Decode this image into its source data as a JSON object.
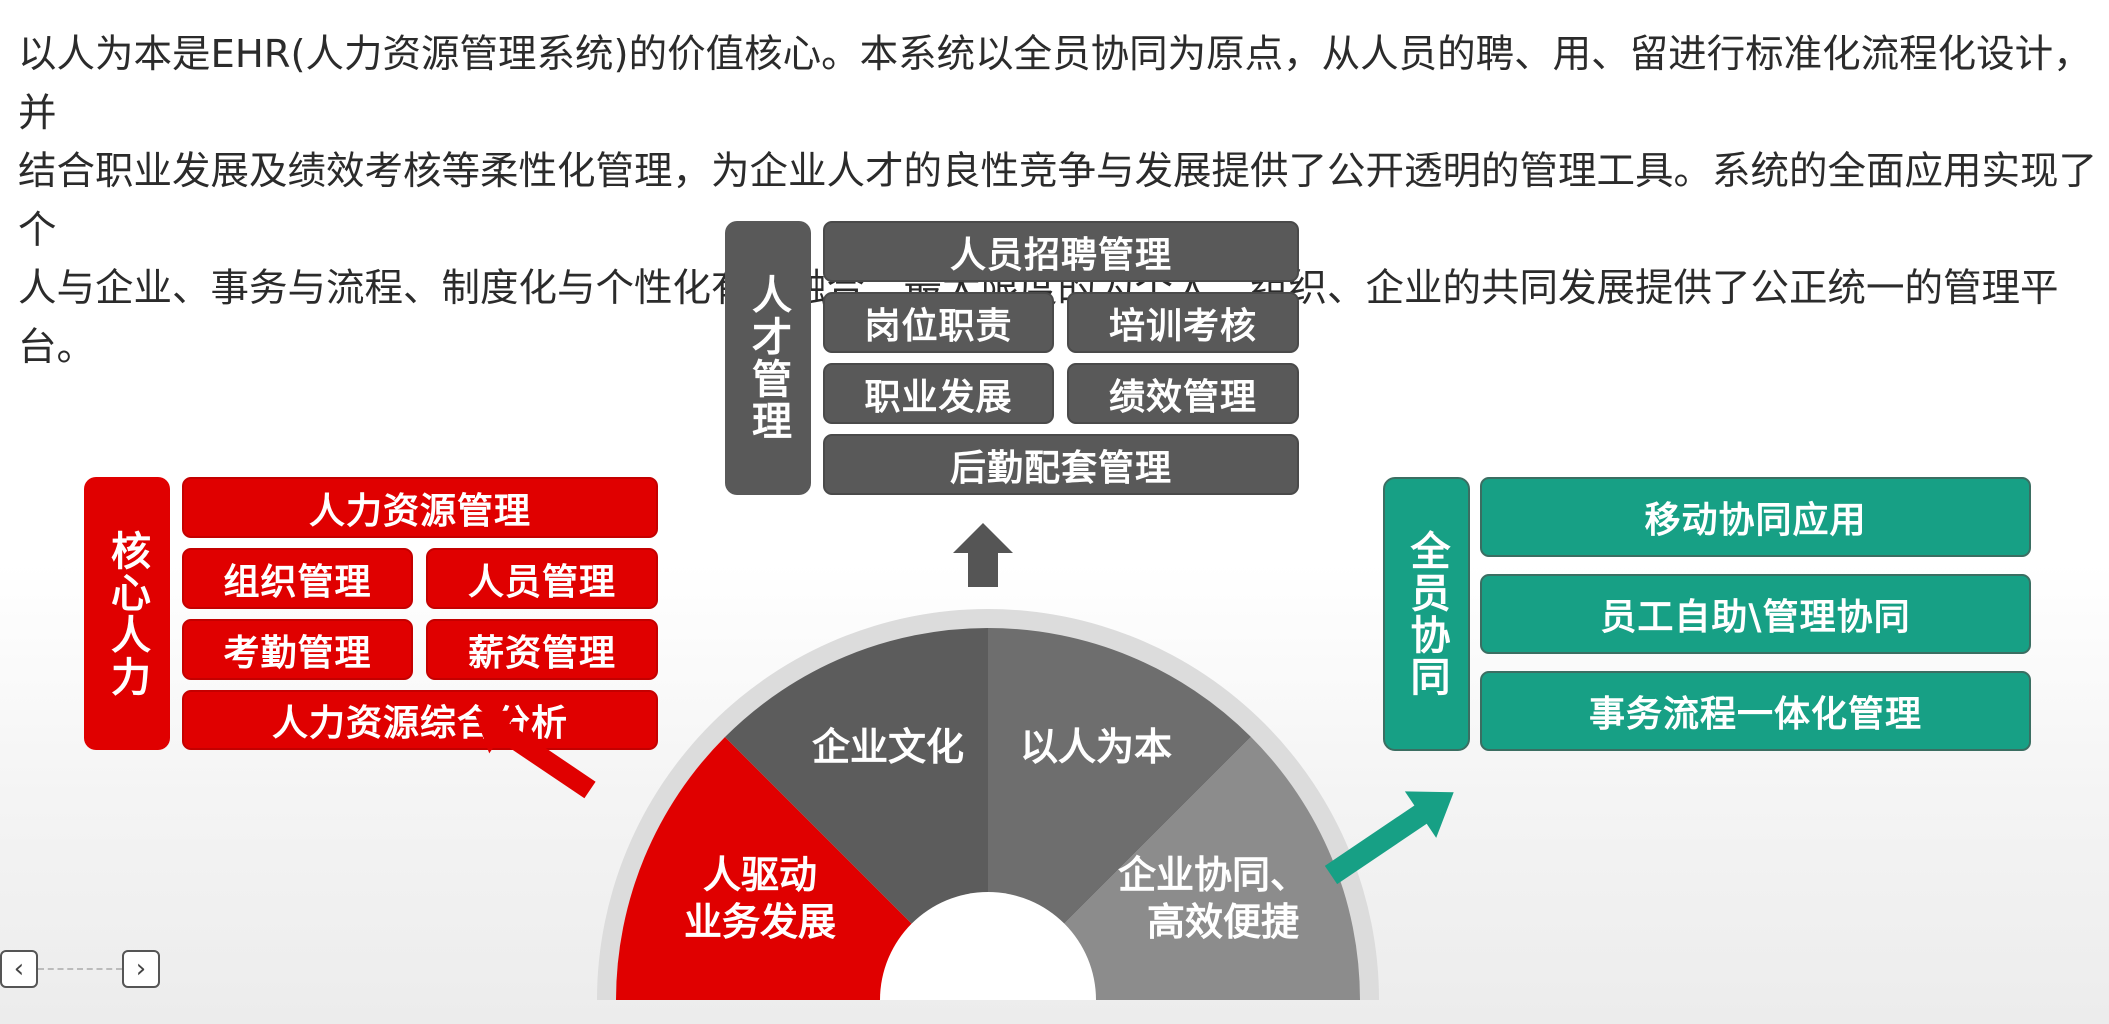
{
  "intro": {
    "line1": "以人为本是EHR(人力资源管理系统)的价值核心。本系统以全员协同为原点，从人员的聘、用、留进行标准化流程化设计，并",
    "line2": "结合职业发展及绩效考核等柔性化管理，为企业人才的良性竞争与发展提供了公开透明的管理工具。系统的全面应用实现了个",
    "line3": "人与企业、事务与流程、制度化与个性化有机融合，最大限度的为个人、组织、企业的共同发展提供了公正统一的管理平台。"
  },
  "talent": {
    "title": "人才管理",
    "recruit": "人员招聘管理",
    "duty": "岗位职责",
    "training": "培训考核",
    "career": "职业发展",
    "performance": "绩效管理",
    "logistics": "后勤配套管理"
  },
  "core": {
    "title": "核心人力",
    "hr": "人力资源管理",
    "org": "组织管理",
    "staff": "人员管理",
    "attendance": "考勤管理",
    "salary": "薪资管理",
    "analysis": "人力资源综合分析"
  },
  "collab": {
    "title": "全员协同",
    "mobile": "移动协同应用",
    "self_service": "员工自助\\管理协同",
    "process": "事务流程一体化管理"
  },
  "wheel": {
    "seg1_line1": "人驱动",
    "seg1_line2": "业务发展",
    "seg2": "企业文化",
    "seg3": "以人为本",
    "seg4_line1": "企业协同、",
    "seg4_line2": "高效便捷"
  },
  "colors": {
    "gray": "#595959",
    "red": "#e00000",
    "teal": "#17a085",
    "wheel_dark": "#5c5c5c",
    "wheel_mid": "#6e6e6e",
    "wheel_light": "#8c8c8c",
    "wheel_ring": "#dcdcdc"
  },
  "icons": {
    "prev": "chevron-left-icon",
    "next": "chevron-right-icon"
  }
}
